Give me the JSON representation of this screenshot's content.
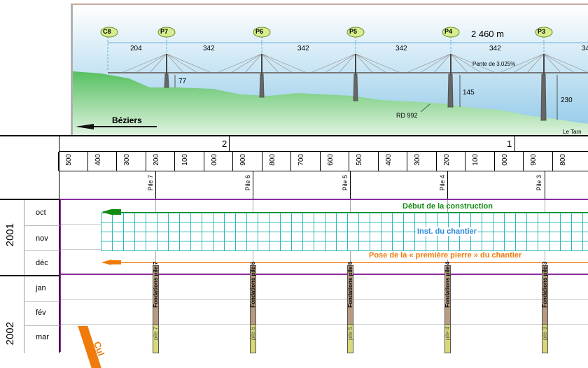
{
  "profile": {
    "length_label": "2 460 m",
    "direction_label": "Béziers",
    "slope_label": "Pente de 3,025%",
    "road_label": "RD 992",
    "river_label": "Le Tarn",
    "pier_markers": [
      "C8",
      "P7",
      "P6",
      "P5",
      "P4",
      "P3"
    ],
    "span_labels": [
      "204",
      "342",
      "342",
      "342",
      "342",
      "34"
    ],
    "heights": [
      "77",
      "145",
      "230"
    ]
  },
  "chainage": {
    "km_labels": [
      "2",
      "1"
    ],
    "ticks": [
      "500",
      "400",
      "300",
      "200",
      "100",
      "000",
      "900",
      "800",
      "700",
      "600",
      "500",
      "400",
      "300",
      "200",
      "100",
      "000",
      "900",
      "800"
    ],
    "pile_labels": [
      "Pile 7",
      "Pile 6",
      "Pile 5",
      "Pile 4",
      "Pile 3"
    ]
  },
  "years": [
    {
      "label": "2001",
      "months": [
        "oct",
        "nov",
        "déc"
      ]
    },
    {
      "label": "2002",
      "months": [
        "jan",
        "fév",
        "mar"
      ]
    }
  ],
  "gantt": {
    "start_label": "Début de la construction",
    "site_label": "Inst. du chantier",
    "first_stone_label": "Pose de la « première pierre » du chantier",
    "foundation_labels": [
      "Fondations pile 7",
      "Fondations pile 6",
      "Fondations pile 5",
      "Fondations pile 4",
      "Fondations pile 3"
    ],
    "pile_short_labels": [
      "pile 7",
      "pile 6",
      "pile 5",
      "pile 4",
      "pile 3"
    ],
    "culee_label": "Cul",
    "colors": {
      "green": "#138a13",
      "teal": "#30b8b8",
      "blue": "#2a88d8",
      "orange": "#f07a0a",
      "olive": "#d8d878"
    }
  }
}
